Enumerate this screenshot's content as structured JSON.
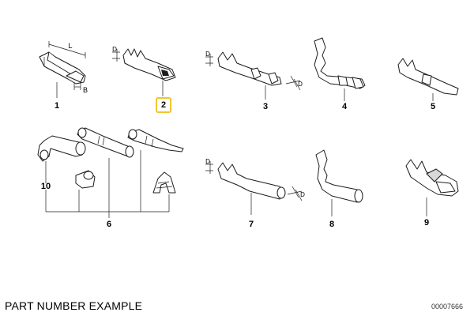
{
  "diagram": {
    "labels": [
      "1",
      "2",
      "3",
      "4",
      "5",
      "6",
      "7",
      "8",
      "9",
      "10"
    ],
    "dim_labels": {
      "length": "L",
      "width": "B",
      "diameter": "D"
    },
    "highlight": "2"
  },
  "footer": {
    "caption": "PART NUMBER EXAMPLE",
    "reference": "00007666"
  },
  "colors": {
    "highlight": "#f2c531",
    "line": "#1c1c1c"
  }
}
